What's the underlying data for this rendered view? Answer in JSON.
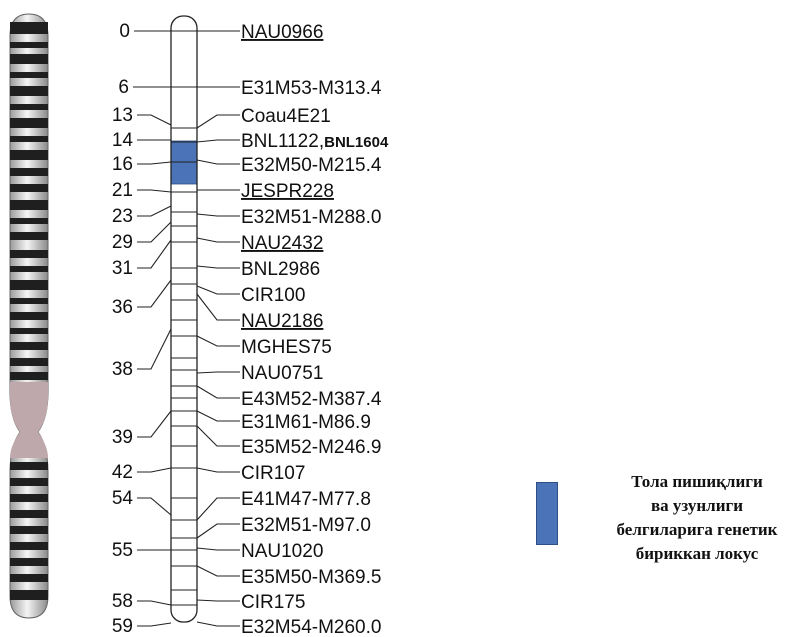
{
  "chromosome_map": {
    "positions": [
      "0",
      "6",
      "13",
      "14",
      "16",
      "21",
      "23",
      "29",
      "31",
      "36",
      "38",
      "39",
      "42",
      "54",
      "55",
      "58",
      "59"
    ],
    "markers": [
      {
        "label": "NAU0966",
        "underline": true
      },
      {
        "label": "E31M53-M313.4"
      },
      {
        "label": "Coau4E21"
      },
      {
        "label": "BNL1122,",
        "suffix": "BNL1604"
      },
      {
        "label": "E32M50-M215.4"
      },
      {
        "label": "JESPR228",
        "underline": true
      },
      {
        "label": "E32M51-M288.0"
      },
      {
        "label": "NAU2432",
        "underline": true
      },
      {
        "label": "BNL2986"
      },
      {
        "label": "CIR100"
      },
      {
        "label": "NAU2186",
        "underline": true
      },
      {
        "label": "MGHES75"
      },
      {
        "label": "NAU0751"
      },
      {
        "label": "E43M52-M387.4"
      },
      {
        "label": "E31M61-M86.9"
      },
      {
        "label": "E35M52-M246.9"
      },
      {
        "label": "CIR107"
      },
      {
        "label": "E41M47-M77.8"
      },
      {
        "label": "E32M51-M97.0"
      },
      {
        "label": "NAU1020"
      },
      {
        "label": "E35M50-M369.5"
      },
      {
        "label": "CIR175"
      },
      {
        "label": "E32M54-M260.0"
      }
    ],
    "highlight_color": "#4a74b7"
  },
  "legend": {
    "lines": [
      "Тола пишиқлиги",
      "ва узунлиги",
      "белгиларига генетик",
      "бириккан локус"
    ]
  }
}
